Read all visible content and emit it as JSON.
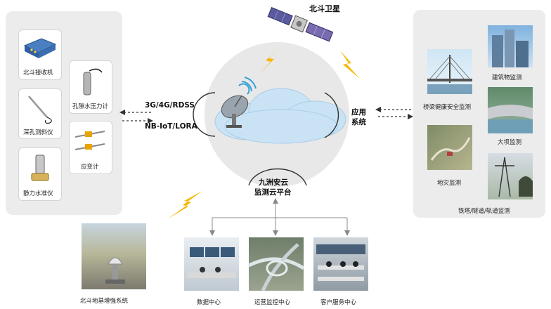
{
  "satellite": {
    "label": "北斗卫星"
  },
  "network": {
    "line1": "3G/4G/RDSS",
    "line2": "NB-IoT/LORA"
  },
  "apps": {
    "line1": "应用",
    "line2": "系统"
  },
  "cloud_platform": {
    "line1": "九洲安云",
    "line2": "监测云平台"
  },
  "sensors": [
    {
      "label": "北斗接收机"
    },
    {
      "label": "孔隙水压力计"
    },
    {
      "label": "深孔测斜仪"
    },
    {
      "label": "应变计"
    },
    {
      "label": "静力水准仪"
    }
  ],
  "monitoring": [
    {
      "label": "桥梁健康安全监测"
    },
    {
      "label": "建筑物监测"
    },
    {
      "label": "大坝监测"
    },
    {
      "label": "地灾监测"
    },
    {
      "label": "铁塔/隧道/轨道监测"
    }
  ],
  "bottom": {
    "station": "北斗地基增强系统",
    "centers": [
      {
        "label": "数据中心"
      },
      {
        "label": "运营监控中心"
      },
      {
        "label": "客户服务中心"
      }
    ]
  },
  "colors": {
    "panel": "#ececec",
    "lightning": "#f5b800",
    "sky": "#5b9bd5"
  }
}
